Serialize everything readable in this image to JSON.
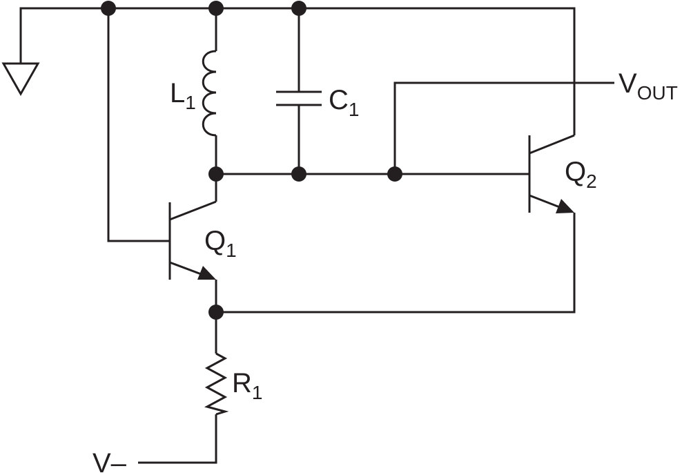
{
  "components": {
    "inductor": {
      "letter": "L",
      "index": "1"
    },
    "capacitor": {
      "letter": "C",
      "index": "1"
    },
    "resistor": {
      "letter": "R",
      "index": "1"
    },
    "transistor_q1": {
      "letter": "Q",
      "index": "1"
    },
    "transistor_q2": {
      "letter": "Q",
      "index": "2"
    }
  },
  "terminals": {
    "output": {
      "letter": "V",
      "sub": "OUT"
    },
    "supply": {
      "text": "V–"
    }
  },
  "colors": {
    "ink": "#231f20",
    "background": "#ffffff"
  }
}
